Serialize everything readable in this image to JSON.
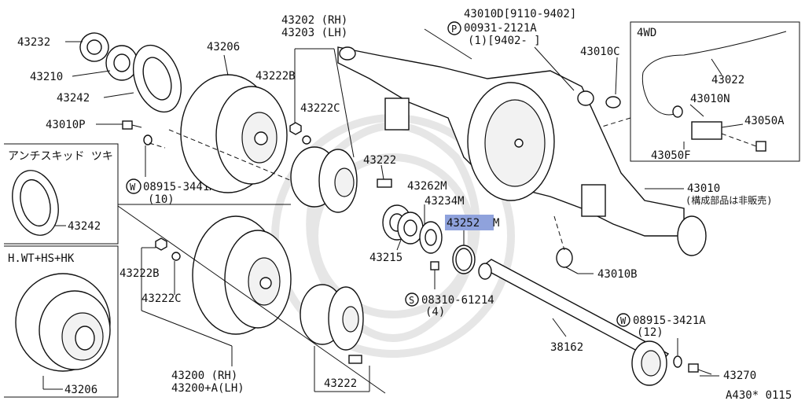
{
  "colors": {
    "highlight": "#8fa2dc",
    "ink": "#111111",
    "watermark": "#e6e6e6"
  },
  "labels": {
    "p43232": "43232",
    "p43210": "43210",
    "p43242": "43242",
    "p43010P": "43010P",
    "w08915_3441A": "08915-3441A",
    "w08915_3441A_qty": "(10)",
    "p43206": "43206",
    "p43222B_top": "43222B",
    "p43222C_top": "43222C",
    "p43202": "43202 (RH)",
    "p43203": "43203 (LH)",
    "p43222_mid": "43222",
    "p43010D": "43010D[9110-9402]",
    "p00931": "00931-2121A",
    "p00931_qty": "(1)[9402-    ]",
    "p43010C": "43010C",
    "p43262M": "43262M",
    "p43234M": "43234M",
    "p43252M": "43252",
    "p43252M_suffix": "M",
    "p43215": "43215",
    "s08310": "08310-61214",
    "s08310_qty": "(4)",
    "p43010": "43010",
    "p43010_note": "(構成部品は非販売)",
    "p43010B": "43010B",
    "w08915_3421A": "08915-3421A",
    "w08915_3421A_qty": "(12)",
    "p38162": "38162",
    "p43270": "43270",
    "p43222B_low": "43222B",
    "p43222C_low": "43222C",
    "p43200": "43200   (RH)",
    "p43200A": "43200+A(LH)",
    "p43222_low": "43222",
    "footer_code": "A430* 0115",
    "box_antiskid": "アンチスキッド  ツキ",
    "box_antiskid_part": "43242",
    "box_hwt": "H.WT+HS+HK",
    "box_hwt_part": "43206",
    "box_4wd": "4WD",
    "box_4wd_p43022": "43022",
    "box_4wd_p43010N": "43010N",
    "box_4wd_p43050A": "43050A",
    "box_4wd_p43050F": "43050F",
    "circle_W": "W",
    "circle_P": "P",
    "circle_S": "S"
  }
}
